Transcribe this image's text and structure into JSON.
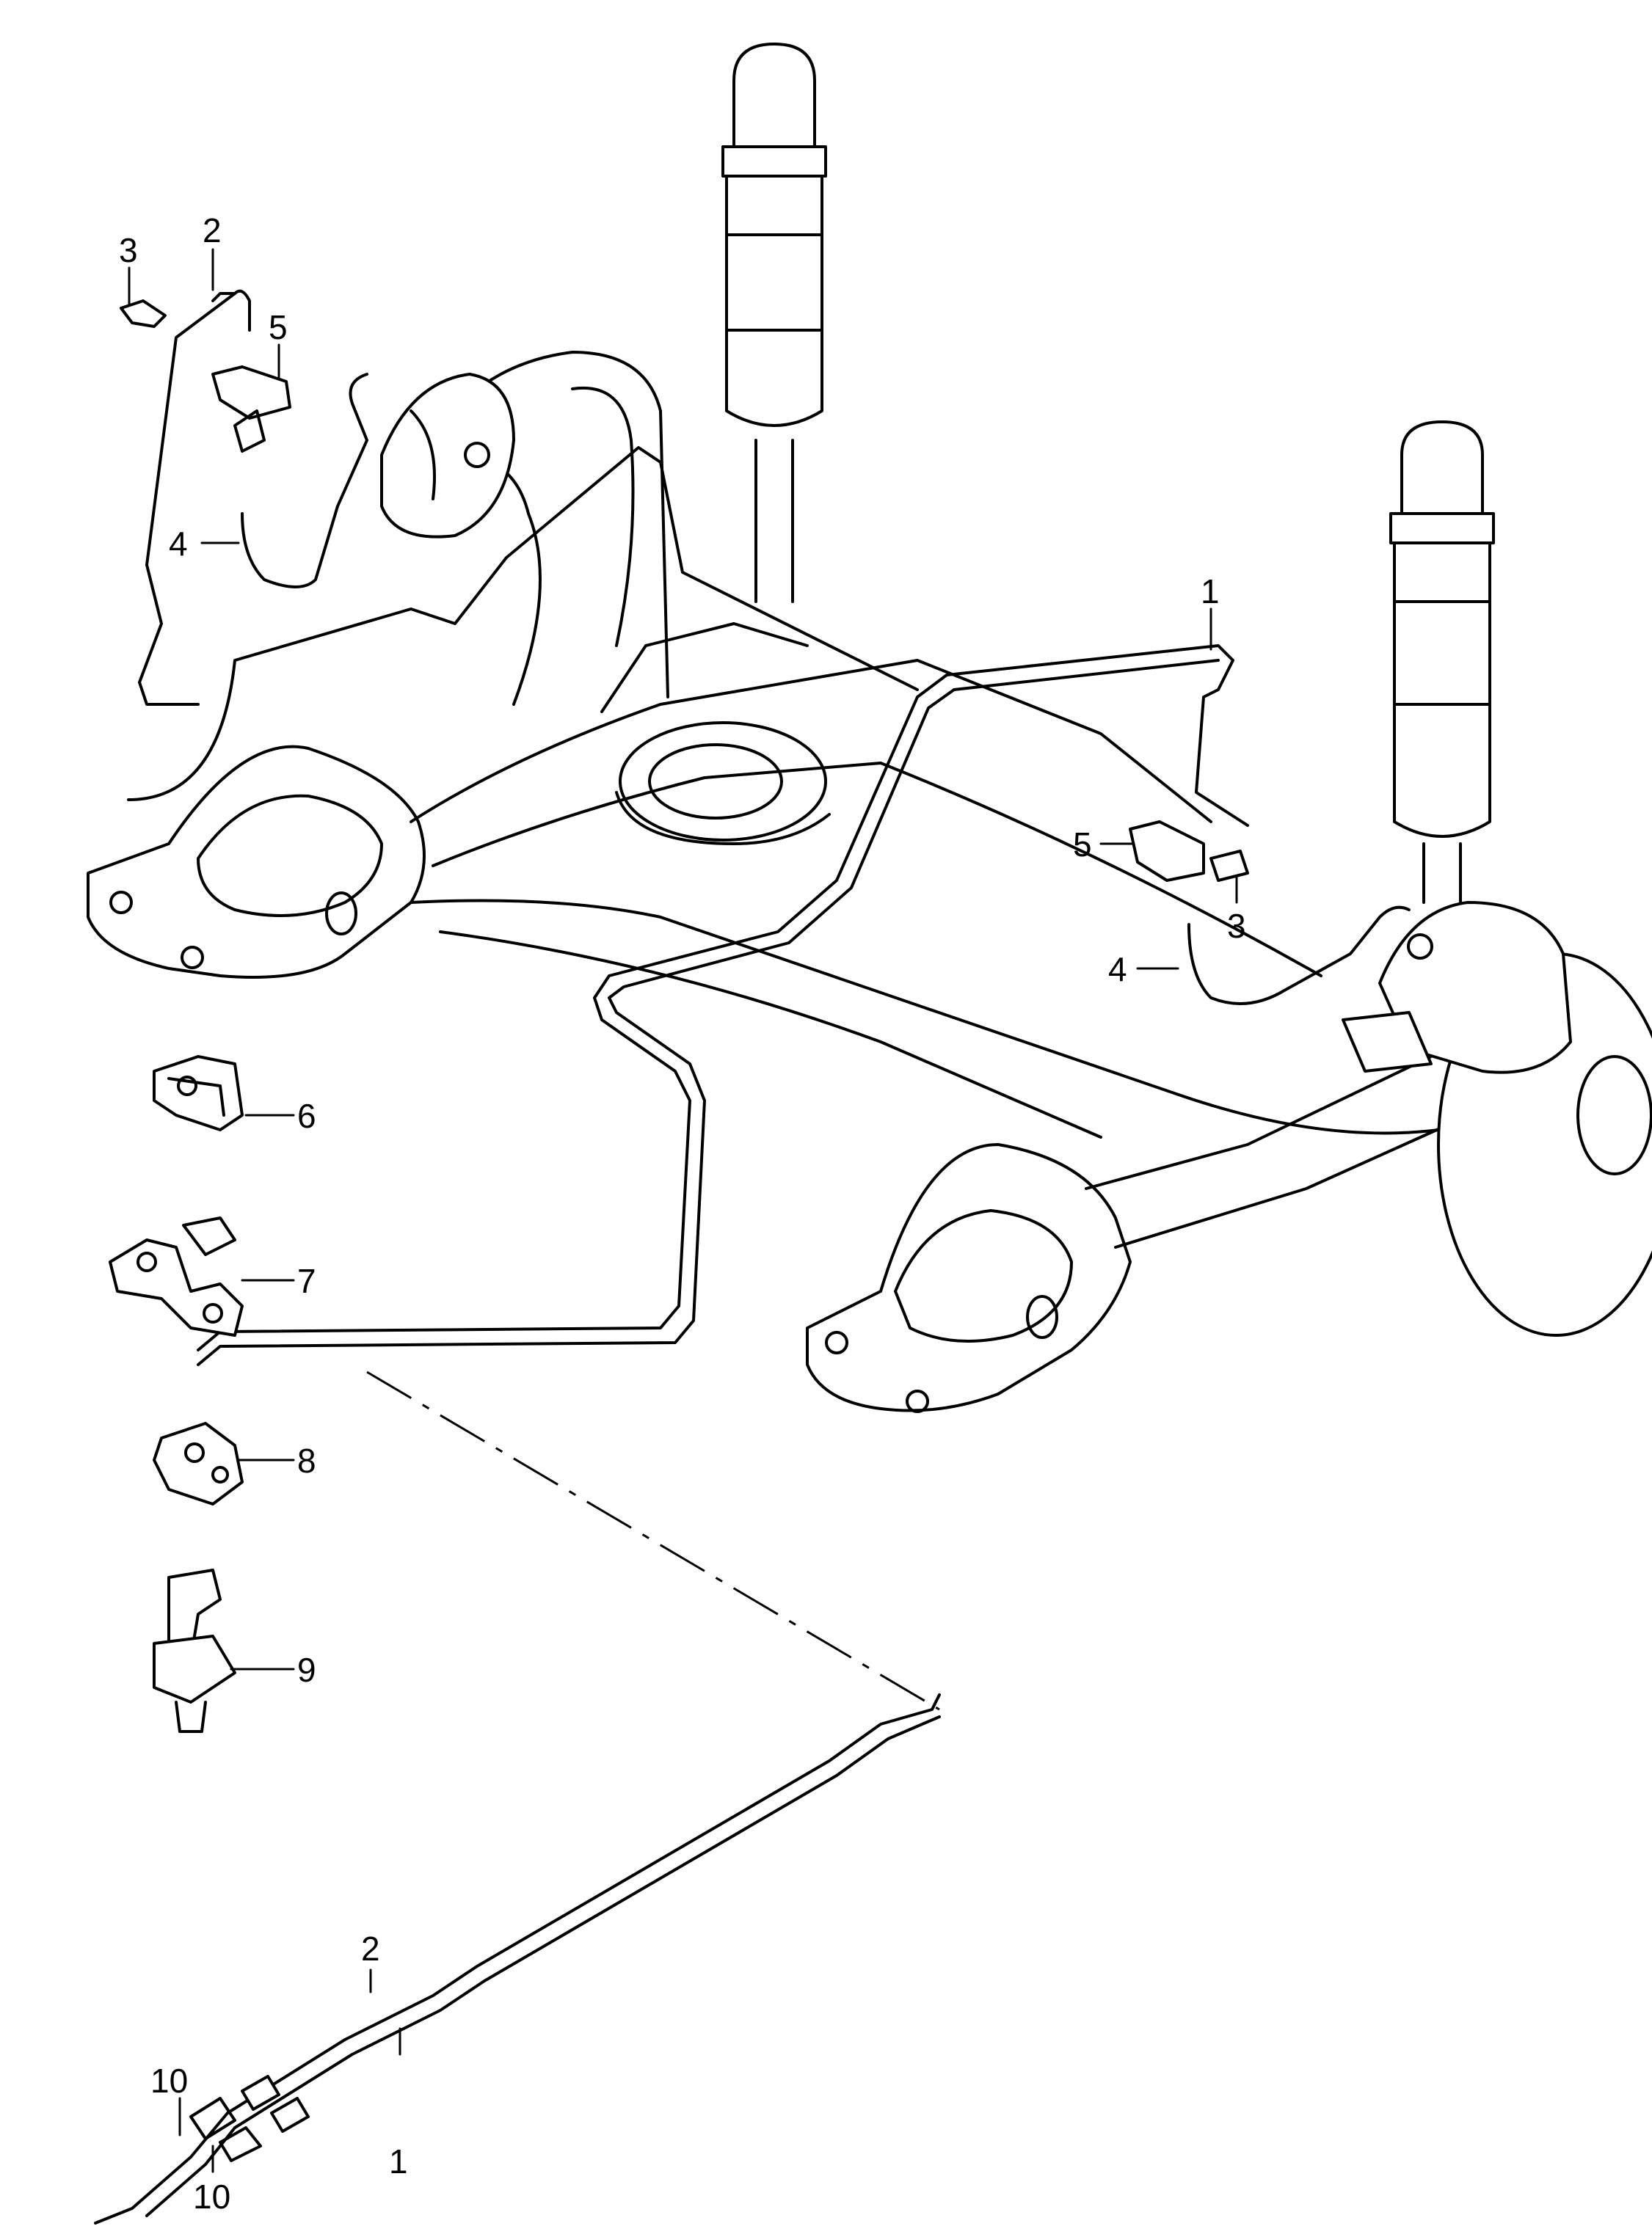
{
  "callouts": [
    {
      "id": "c1a",
      "label": "1"
    },
    {
      "id": "c1b",
      "label": "1"
    },
    {
      "id": "c2a",
      "label": "2"
    },
    {
      "id": "c2b",
      "label": "2"
    },
    {
      "id": "c3a",
      "label": "3"
    },
    {
      "id": "c3b",
      "label": "3"
    },
    {
      "id": "c4a",
      "label": "4"
    },
    {
      "id": "c4b",
      "label": "4"
    },
    {
      "id": "c5a",
      "label": "5"
    },
    {
      "id": "c5b",
      "label": "5"
    },
    {
      "id": "c6",
      "label": "6"
    },
    {
      "id": "c7",
      "label": "7"
    },
    {
      "id": "c8",
      "label": "8"
    },
    {
      "id": "c9",
      "label": "9"
    },
    {
      "id": "c10a",
      "label": "10"
    },
    {
      "id": "c10b",
      "label": "10"
    }
  ]
}
